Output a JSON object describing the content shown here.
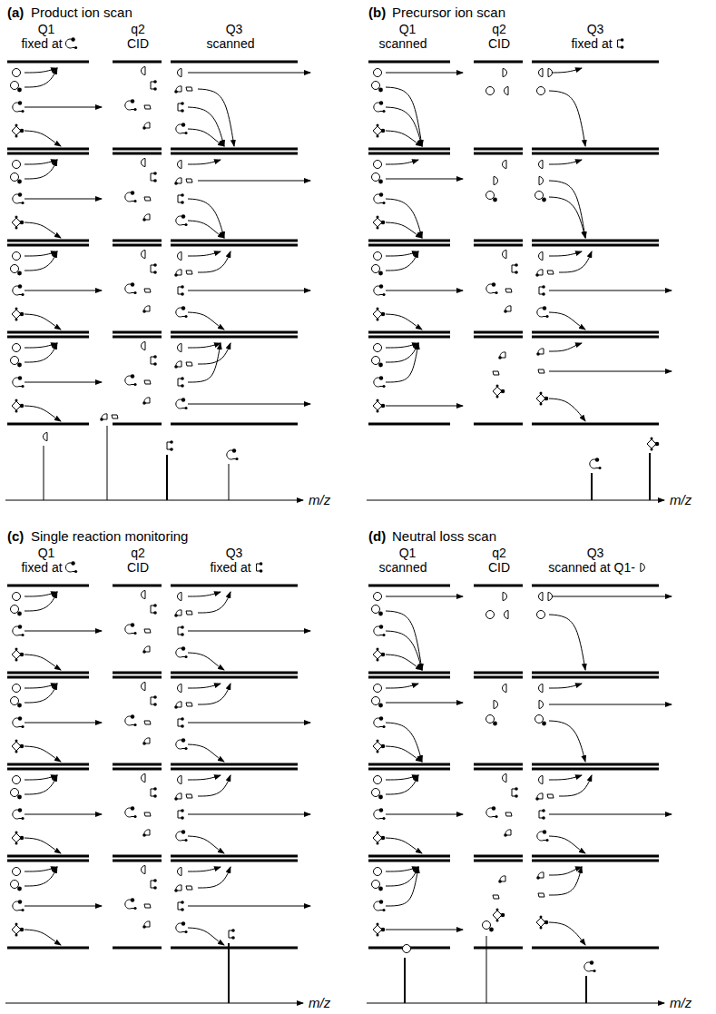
{
  "diagram": {
    "labels": [
      "(a)",
      "Product ion scan",
      "Q1",
      "fixed at",
      "q2",
      "CID",
      "Q3",
      "scanned",
      "m/z",
      "(b)",
      "Precursor ion scan",
      "Q1",
      "scanned",
      "q2",
      "CID",
      "Q3",
      "fixed at",
      "m/z",
      "(c)",
      "Single reaction monitoring",
      "Q1",
      "fixed at",
      "q2",
      "CID",
      "Q3",
      "fixed at",
      "m/z",
      "(d)",
      "Neutral loss scan",
      "Q1",
      "scanned",
      "q2",
      "CID",
      "Q3",
      "scanned at Q1-",
      "m/z"
    ]
  }
}
